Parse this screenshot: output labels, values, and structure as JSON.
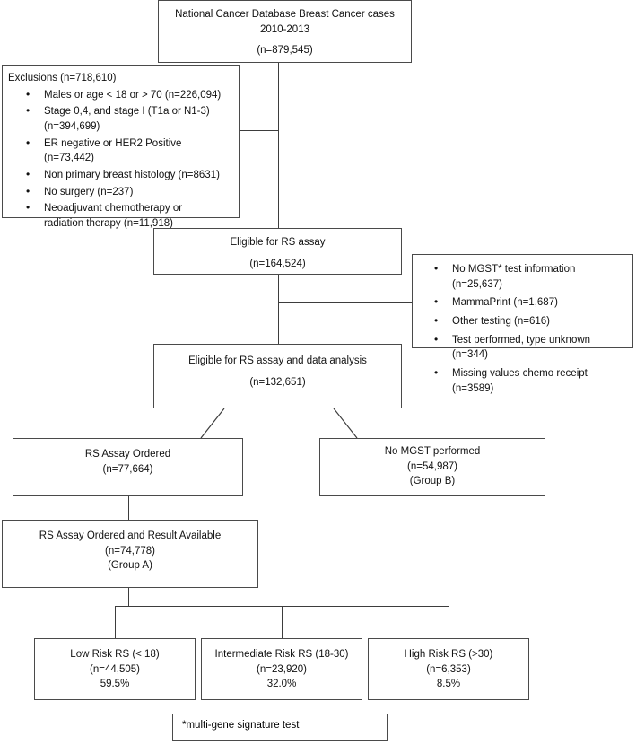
{
  "diagram": {
    "type": "flowchart",
    "title": "Breast cancer cohort selection CONSORT-style flow diagram",
    "nodes": {
      "source_cohort": {
        "line1": "National Cancer Database Breast Cancer cases",
        "line2": "2010-2013",
        "line3": "(n=879,545)"
      },
      "exclusions_primary": {
        "title": "Exclusions (n=718,610)",
        "items": [
          "Males or age < 18  or > 70 (n=226,094)",
          "Stage 0,4, and stage I (T1a or N1-3)",
          "(n=394,699)",
          "ER negative or HER2 Positive (n=73,442)",
          "Non primary breast histology (n=8631)",
          "No surgery (n=237)",
          "Neoadjuvant chemotherapy or",
          "radiation therapy (n=11,918)"
        ],
        "bullets": [
          {
            "text": "Males or age < 18  or > 70 (n=226,094)",
            "cont": null
          },
          {
            "text": "Stage 0,4, and stage I (T1a or N1-3)",
            "cont": "(n=394,699)"
          },
          {
            "text": "ER negative or HER2 Positive (n=73,442)",
            "cont": null
          },
          {
            "text": "Non primary breast histology (n=8631)",
            "cont": null
          },
          {
            "text": "No surgery (n=237)",
            "cont": null
          },
          {
            "text": "Neoadjuvant chemotherapy or",
            "cont": "radiation therapy (n=11,918)"
          }
        ]
      },
      "eligible_rs_assay": {
        "line1": "Eligible for RS assay",
        "line2": "(n=164,524)"
      },
      "exclusions_secondary": {
        "bullets": [
          "No MGST* test information (n=25,637)",
          "MammaPrint (n=1,687)",
          "Other testing (n=616)",
          "Test performed, type unknown (n=344)",
          "Missing values chemo receipt (n=3589)"
        ]
      },
      "eligible_rs_assay_data": {
        "line1": "Eligible for RS assay and data analysis",
        "line2": "(n=132,651)"
      },
      "rs_assay_ordered": {
        "line1": "RS Assay Ordered",
        "line2": "(n=77,664)"
      },
      "no_mgst_performed": {
        "line1": "No MGST performed",
        "line2": "(n=54,987)",
        "line3": "(Group B)"
      },
      "rs_result_available": {
        "line1": "RS Assay Ordered and Result Available",
        "line2": "(n=74,778)",
        "line3": "(Group A)"
      },
      "low_risk": {
        "line1": "Low Risk RS (< 18)",
        "line2": "(n=44,505)",
        "line3": "59.5%"
      },
      "intermediate_risk": {
        "line1": "Intermediate Risk RS (18-30)",
        "line2": "(n=23,920)",
        "line3": "32.0%"
      },
      "high_risk": {
        "line1": "High Risk RS (>30)",
        "line2": "(n=6,353)",
        "line3": "8.5%"
      },
      "footnote": {
        "text": "*multi-gene signature test"
      }
    },
    "colors": {
      "border": "#4a4a4a",
      "connector": "#3d3d3d",
      "text": "#111111",
      "background": "#ffffff"
    }
  }
}
